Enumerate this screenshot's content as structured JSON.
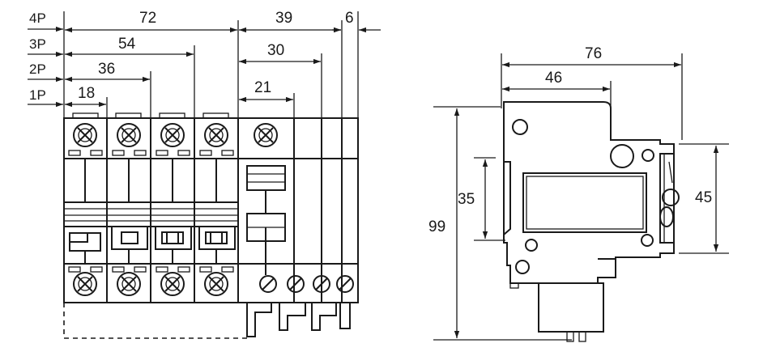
{
  "front_view": {
    "pole_labels": [
      "4P",
      "3P",
      "2P",
      "1P"
    ],
    "width_dims": [
      "72",
      "54",
      "36",
      "18"
    ],
    "accessory_dims": [
      "39",
      "30",
      "21",
      "6"
    ]
  },
  "side_view": {
    "dims": {
      "total_depth": "76",
      "front_depth": "46",
      "height": "99",
      "rail_height": "35",
      "front_height": "45"
    }
  },
  "colors": {
    "line": "#1a1a1a",
    "background": "#ffffff"
  }
}
